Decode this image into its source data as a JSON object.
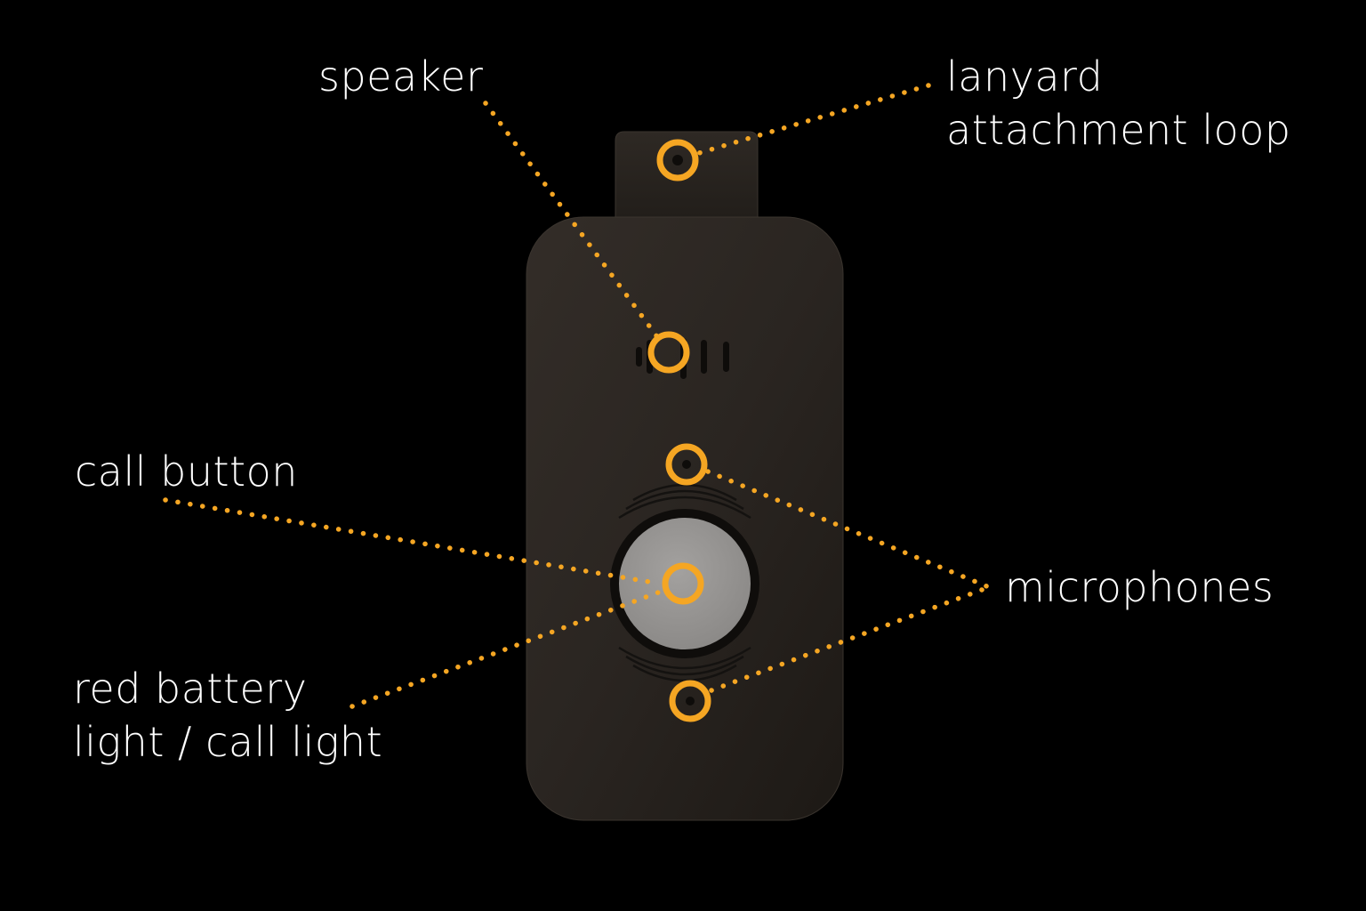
{
  "labels": {
    "speaker": "speaker",
    "lanyard_line1": "lanyard",
    "lanyard_line2": "attachment loop",
    "call_button": "call button",
    "red_battery_line1": "red battery",
    "red_battery_line2": "light / call light",
    "microphones": "microphones"
  },
  "colors": {
    "background": "#000000",
    "device_body": "#2a2521",
    "button_face": "#9a9896",
    "callout": "#f5a623",
    "label_text": "#ffffff"
  }
}
